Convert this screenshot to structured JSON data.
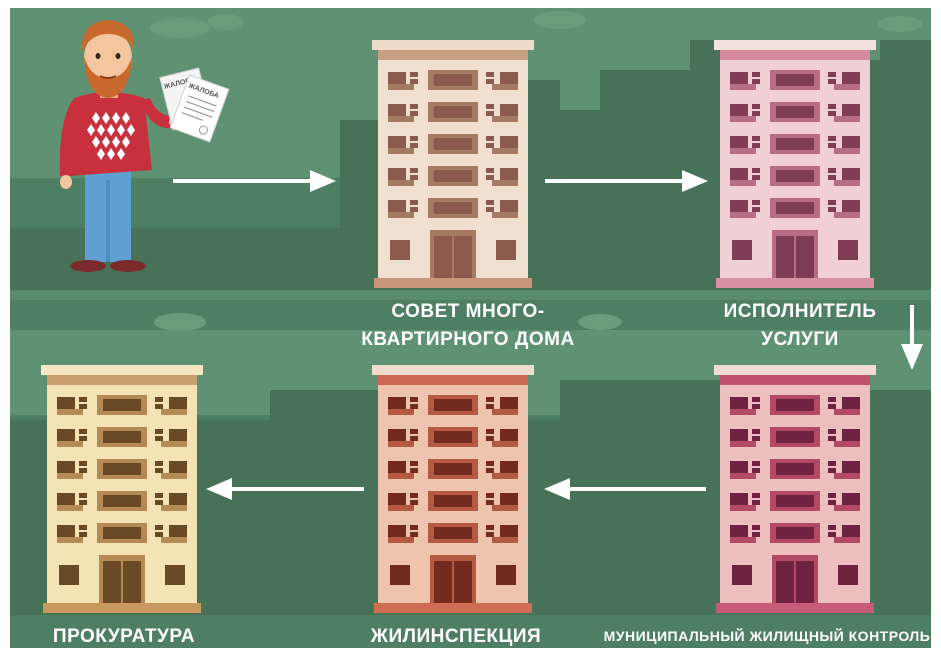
{
  "complaint_papers": {
    "paper1_text": "ЖАЛОБА",
    "paper2_text": "ЖАЛОБА"
  },
  "labels": {
    "council": {
      "line1": "СОВЕТ МНОГО-",
      "line2": "КВАРТИРНОГО ДОМА"
    },
    "executor": {
      "line1": "ИСПОЛНИТЕЛЬ",
      "line2": "УСЛУГИ"
    },
    "municipal": {
      "line1": "МУНИЦИПАЛЬНЫЙ ЖИЛИЩНЫЙ КОНТРОЛЬ"
    },
    "inspection": {
      "line1": "ЖИЛИНСПЕКЦИЯ"
    },
    "prosecutor": {
      "line1": "ПРОКУРАТУРА"
    }
  },
  "colors": {
    "background": "#4f7f62",
    "skyline_light": "#5f9272",
    "skyline_dark": "#477258",
    "arrow": "#ffffff",
    "label": "#ffffff"
  },
  "buildings": [
    {
      "id": "council",
      "body": "#f0e0cf",
      "roof": "#ecdcc9",
      "band": "#c99f83",
      "window": "#8c5a4d",
      "panel": "#a57a63",
      "base": "#c9957a"
    },
    {
      "id": "executor",
      "body": "#f1cfd6",
      "roof": "#f3e3de",
      "band": "#d58aa0",
      "window": "#7e3c55",
      "panel": "#b86c86",
      "base": "#d892a6"
    },
    {
      "id": "municipal",
      "body": "#eebfbf",
      "roof": "#f0dcd2",
      "band": "#c0526d",
      "window": "#6f2340",
      "panel": "#b24a66",
      "base": "#c85b77"
    },
    {
      "id": "inspection",
      "body": "#efc4ae",
      "roof": "#f0ddd0",
      "band": "#cd6a56",
      "window": "#732a1f",
      "panel": "#b45a43",
      "base": "#d06b54"
    },
    {
      "id": "prosecutor",
      "body": "#f3e3b5",
      "roof": "#f5e6c4",
      "band": "#caa070",
      "window": "#6a4a26",
      "panel": "#b58a55",
      "base": "#c8985e"
    }
  ]
}
